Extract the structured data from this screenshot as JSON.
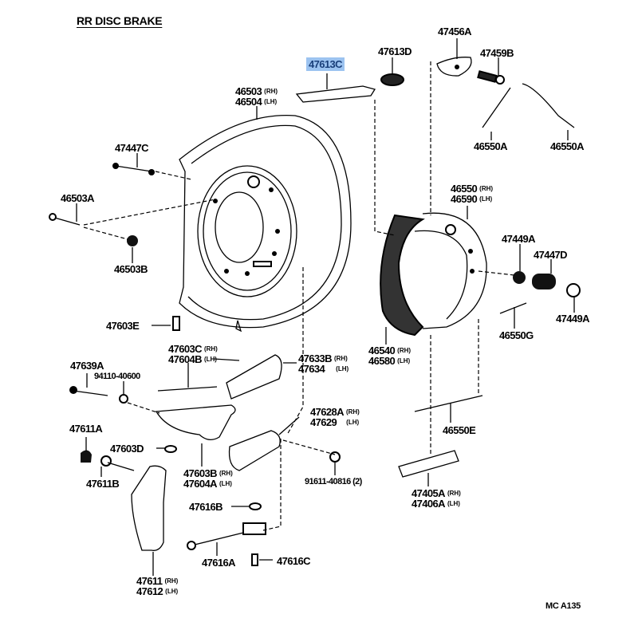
{
  "diagram": {
    "title": "RR DISC BRAKE",
    "footer_code": "MC A135",
    "highlight_color": "#9cc3f0",
    "highlighted_part": "47613C",
    "parts": {
      "p47613C": {
        "num": "47613C"
      },
      "p47613D": {
        "num": "47613D"
      },
      "p47456A": {
        "num": "47456A"
      },
      "p47459B": {
        "num": "47459B"
      },
      "p46550A_1": {
        "num": "46550A"
      },
      "p46550A_2": {
        "num": "46550A"
      },
      "p46503": {
        "num": "46503",
        "side": "(RH)"
      },
      "p46504": {
        "num": "46504",
        "side": "(LH)"
      },
      "p47447C": {
        "num": "47447C"
      },
      "p46503A": {
        "num": "46503A"
      },
      "p46503B": {
        "num": "46503B"
      },
      "p46550": {
        "num": "46550",
        "side": "(RH)"
      },
      "p46590": {
        "num": "46590",
        "side": "(LH)"
      },
      "p47449A_1": {
        "num": "47449A"
      },
      "p47447D": {
        "num": "47447D"
      },
      "p47449A_2": {
        "num": "47449A"
      },
      "p46550G": {
        "num": "46550G"
      },
      "p46540": {
        "num": "46540",
        "side": "(RH)"
      },
      "p46580": {
        "num": "46580",
        "side": "(LH)"
      },
      "p47603E": {
        "num": "47603E"
      },
      "p47603C": {
        "num": "47603C",
        "side": "(RH)"
      },
      "p47604B": {
        "num": "47604B",
        "side": "(LH)"
      },
      "p47633B": {
        "num": "47633B",
        "side": "(RH)"
      },
      "p47634": {
        "num": "47634",
        "side": "(LH)"
      },
      "p47639A": {
        "num": "47639A"
      },
      "p94110": {
        "num": "94110-40600"
      },
      "p47628A": {
        "num": "47628A",
        "side": "(RH)"
      },
      "p47629": {
        "num": "47629",
        "side": "(LH)"
      },
      "p46550E": {
        "num": "46550E"
      },
      "p47611A": {
        "num": "47611A"
      },
      "p47603D": {
        "num": "47603D"
      },
      "p47611B": {
        "num": "47611B"
      },
      "p47603B": {
        "num": "47603B",
        "side": "(RH)"
      },
      "p47604A": {
        "num": "47604A",
        "side": "(LH)"
      },
      "p91611": {
        "num": "91611-40816 (2)"
      },
      "p47405A": {
        "num": "47405A",
        "side": "(RH)"
      },
      "p47406A": {
        "num": "47406A",
        "side": "(LH)"
      },
      "p47616B": {
        "num": "47616B"
      },
      "p47616A": {
        "num": "47616A"
      },
      "p47616C": {
        "num": "47616C"
      },
      "p47611": {
        "num": "47611",
        "side": "(RH)"
      },
      "p47612": {
        "num": "47612",
        "side": "(LH)"
      }
    }
  }
}
